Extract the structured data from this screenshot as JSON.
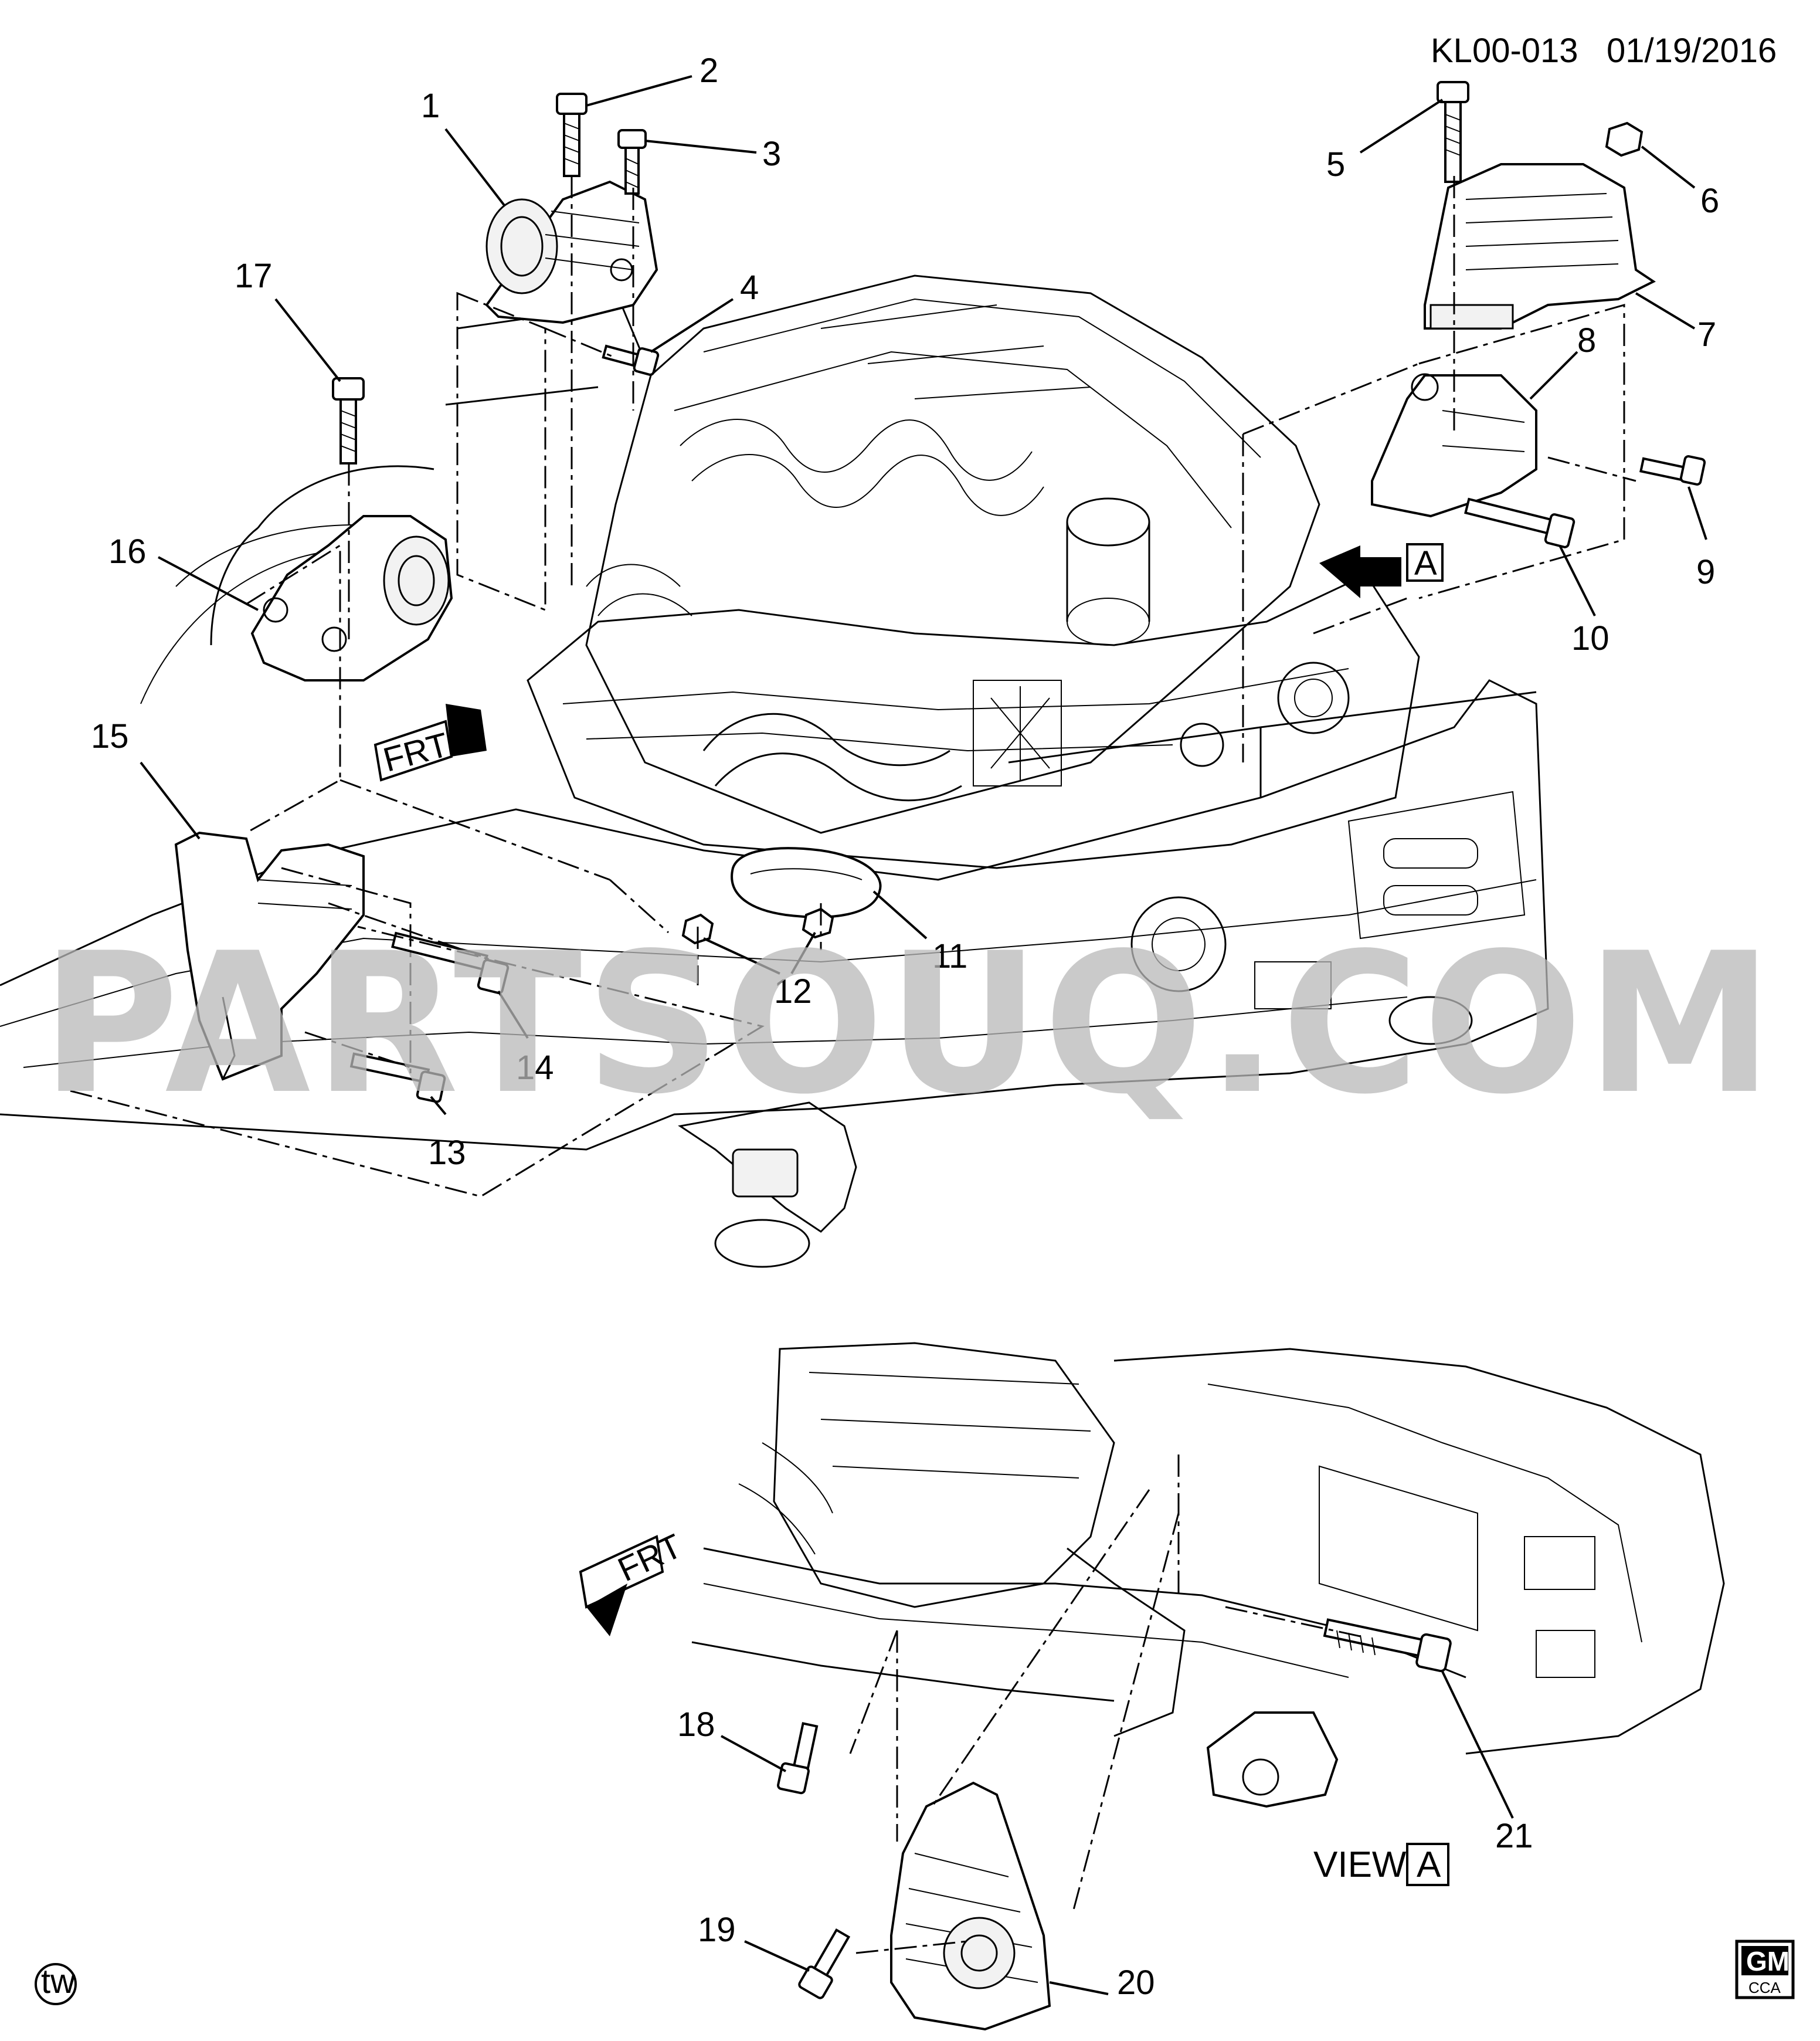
{
  "diagram": {
    "code": "KL00-013",
    "date": "01/19/2016",
    "watermark": "PARTSOUQ.COM",
    "view_label": "VIEW",
    "view_ref": "A",
    "arrow_ref": "A",
    "frt_label": "FRT",
    "corner_mark": "tw",
    "logo": {
      "brand": "GM",
      "sub": "CCA"
    },
    "callouts": [
      "1",
      "2",
      "3",
      "4",
      "5",
      "6",
      "7",
      "8",
      "9",
      "10",
      "11",
      "12",
      "13",
      "14",
      "15",
      "16",
      "17",
      "18",
      "19",
      "20",
      "21"
    ]
  }
}
